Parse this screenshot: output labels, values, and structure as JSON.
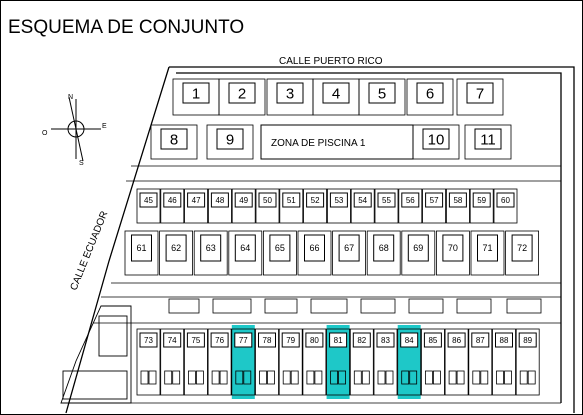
{
  "title": "ESQUEMA DE CONJUNTO",
  "streets": {
    "north": "CALLE PUERTO RICO",
    "west": "CALLE ECUADOR"
  },
  "compass": {
    "n": "N",
    "s": "S",
    "e": "E",
    "w": "O"
  },
  "pool_label": "ZONA DE PISCINA 1",
  "highlight_color": "#1ec8c8",
  "top_units": [
    "1",
    "2",
    "3",
    "4",
    "5",
    "6",
    "7"
  ],
  "second_row_units": [
    "8",
    "9",
    "10",
    "11"
  ],
  "row_45_60": [
    "45",
    "46",
    "47",
    "48",
    "49",
    "50",
    "51",
    "52",
    "53",
    "54",
    "55",
    "56",
    "57",
    "58",
    "59",
    "60"
  ],
  "row_61_72": [
    "61",
    "62",
    "63",
    "64",
    "65",
    "66",
    "67",
    "68",
    "69",
    "70",
    "71",
    "72"
  ],
  "row_73_89": [
    "73",
    "74",
    "75",
    "76",
    "77",
    "78",
    "79",
    "80",
    "81",
    "82",
    "83",
    "84",
    "85",
    "86",
    "87",
    "88",
    "89"
  ],
  "highlighted_units": [
    "77",
    "81",
    "84"
  ]
}
